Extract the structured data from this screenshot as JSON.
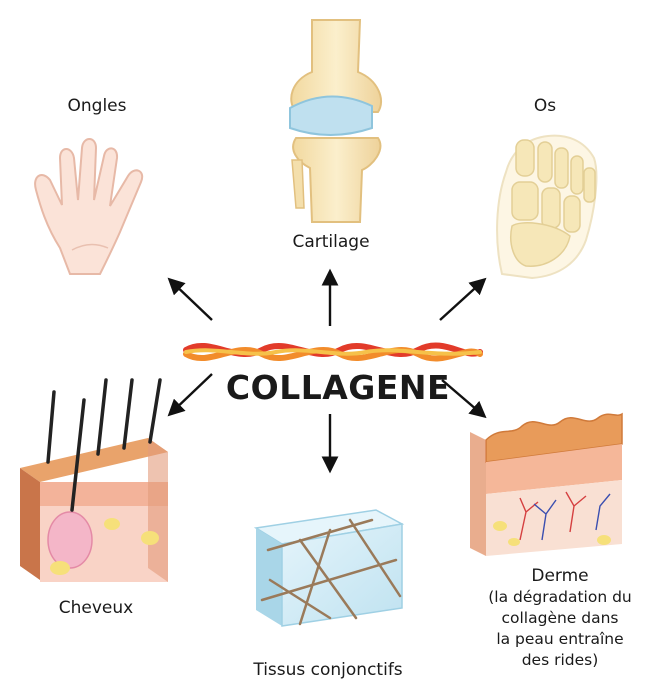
{
  "center": {
    "title": "COLLAGENE"
  },
  "labels": {
    "nails": "Ongles",
    "cartilage": "Cartilage",
    "bone": "Os",
    "hair": "Cheveux",
    "connective": "Tissus conjonctifs",
    "derm": "Derme",
    "derm_note": [
      "(la dégradation du",
      "collagène dans",
      "la peau entraîne",
      "des rides)"
    ]
  },
  "colors": {
    "rope_red": "#e23b2a",
    "rope_orange": "#f28c2b",
    "rope_yellow": "#f6c14a",
    "skin": "#f3b9a5",
    "bone": "#f8ecc4",
    "cartilage": "#bfe0ef",
    "tissue": "#cfeaf4",
    "arrow": "#111111"
  },
  "icons": [
    "hand-icon",
    "knee-joint-icon",
    "foot-bone-icon",
    "hair-follicle-icon",
    "connective-tissue-cube-icon",
    "skin-dermis-icon"
  ]
}
